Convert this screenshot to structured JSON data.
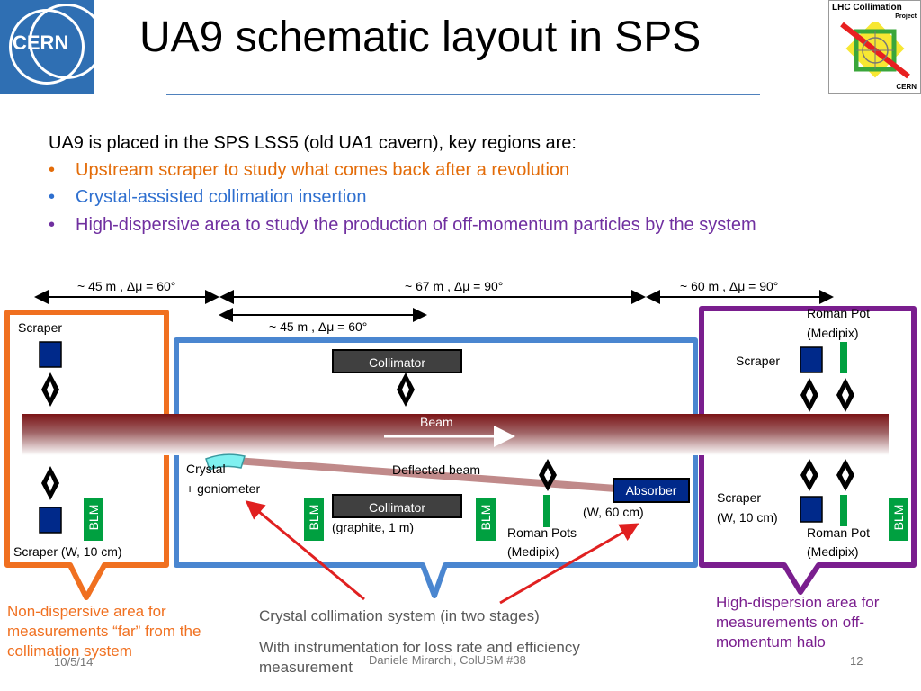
{
  "title": "UA9 schematic layout in SPS",
  "logos": {
    "cern": "CERN",
    "lhc_title": "LHC Collimation",
    "lhc_project": "Project",
    "lhc_cern": "CERN"
  },
  "intro": "UA9 is placed in the SPS LSS5 (old UA1 cavern), key regions are:",
  "bullets": [
    {
      "text": "Upstream scraper to study what comes back after a revolution",
      "color": "#e36c09"
    },
    {
      "text": "Crystal-assisted collimation insertion",
      "color": "#2e6fcf"
    },
    {
      "text": "High-dispersive area to study the production of off-momentum particles by the system",
      "color": "#7030a0"
    }
  ],
  "bullet_glyph": "•",
  "distances": {
    "d1": "~ 45 m , Δμ = 60°",
    "d2": "~ 67 m , Δμ = 90°",
    "d3": "~ 60 m , Δμ = 90°",
    "d4": "~ 45 m , Δμ = 60°"
  },
  "beam_label": "Beam",
  "labels": {
    "scraper_left_top": "Scraper",
    "scraper_left_bottom": "Scraper (W, 10 cm)",
    "collimator_top": "Collimator",
    "collimator_bottom": "Collimator",
    "graphite": "(graphite, 1 m)",
    "crystal_1": "Crystal",
    "crystal_2": "+  goniometer",
    "deflected_beam": "Deflected beam",
    "absorber": "Absorber",
    "absorber_spec": "(W, 60 cm)",
    "roman_pots_mid_1": "Roman Pots",
    "roman_pots_mid_2": "(Medipix)",
    "roman_pot_right_top_1": "Roman Pot",
    "roman_pot_right_top_2": "(Medipix)",
    "scraper_right_top": "Scraper",
    "scraper_right_bottom_1": "Scraper",
    "scraper_right_bottom_2": "(W, 10 cm)",
    "roman_pot_right_bottom_1": "Roman Pot",
    "roman_pot_right_bottom_2": "(Medipix)",
    "blm": "BLM"
  },
  "captions": {
    "left": "Non-dispersive area for measurements “far” from the collimation system",
    "center_1": "Crystal collimation system (in two stages)",
    "center_2": "With instrumentation for loss rate and efficiency measurement",
    "right": "High-dispersion area for measurements on off-momentum halo"
  },
  "footer": {
    "date": "10/5/14",
    "author": "Daniele Mirarchi, ColUSM #38",
    "page": "12"
  },
  "colors": {
    "orange": "#f07020",
    "blue": "#4a86d0",
    "purple": "#7a1e8e",
    "beam": "#7b1416",
    "blm": "#00a040",
    "scraper": "#00298a",
    "red": "#e02020"
  }
}
